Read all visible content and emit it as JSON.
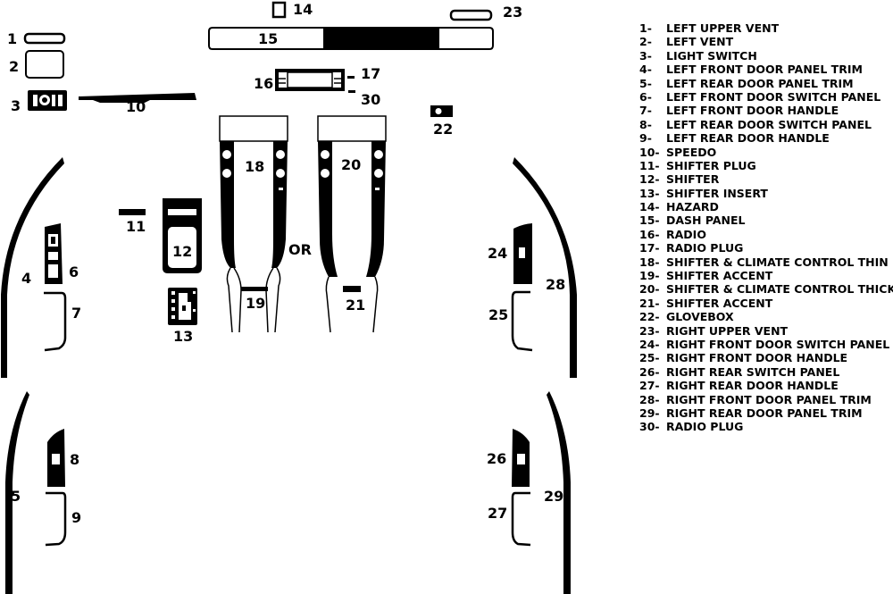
{
  "callouts": {
    "n1": "1",
    "n2": "2",
    "n3": "3",
    "n4": "4",
    "n5": "5",
    "n6": "6",
    "n7": "7",
    "n8": "8",
    "n9": "9",
    "n10": "10",
    "n11": "11",
    "n12": "12",
    "n13": "13",
    "n14": "14",
    "n15": "15",
    "n16": "16",
    "n17": "17",
    "n18": "18",
    "n19": "19",
    "n20": "20",
    "n21": "21",
    "n22": "22",
    "n23": "23",
    "n24": "24",
    "n25": "25",
    "n26": "26",
    "n27": "27",
    "n28": "28",
    "n29": "29",
    "n30": "30",
    "or": "OR"
  },
  "legend": [
    {
      "num": "1-",
      "label": "LEFT UPPER VENT"
    },
    {
      "num": "2-",
      "label": "LEFT VENT"
    },
    {
      "num": "3-",
      "label": "LIGHT SWITCH"
    },
    {
      "num": "4-",
      "label": "LEFT FRONT DOOR PANEL TRIM"
    },
    {
      "num": "5-",
      "label": "LEFT REAR DOOR PANEL TRIM"
    },
    {
      "num": "6-",
      "label": "LEFT FRONT DOOR SWITCH PANEL"
    },
    {
      "num": "7-",
      "label": "LEFT FRONT DOOR HANDLE"
    },
    {
      "num": "8-",
      "label": "LEFT REAR DOOR SWITCH PANEL"
    },
    {
      "num": "9-",
      "label": "LEFT REAR DOOR HANDLE"
    },
    {
      "num": "10-",
      "label": "SPEEDO"
    },
    {
      "num": "11-",
      "label": "SHIFTER PLUG"
    },
    {
      "num": "12-",
      "label": "SHIFTER"
    },
    {
      "num": "13-",
      "label": "SHIFTER INSERT"
    },
    {
      "num": "14-",
      "label": "HAZARD"
    },
    {
      "num": "15-",
      "label": "DASH PANEL"
    },
    {
      "num": "16-",
      "label": "RADIO"
    },
    {
      "num": "17-",
      "label": "RADIO PLUG"
    },
    {
      "num": "18-",
      "label": "SHIFTER & CLIMATE CONTROL THIN"
    },
    {
      "num": "19-",
      "label": "SHIFTER ACCENT"
    },
    {
      "num": "20-",
      "label": "SHIFTER & CLIMATE CONTROL THICK"
    },
    {
      "num": "21-",
      "label": "SHIFTER ACCENT"
    },
    {
      "num": "22-",
      "label": "GLOVEBOX"
    },
    {
      "num": "23-",
      "label": "RIGHT UPPER VENT"
    },
    {
      "num": "24-",
      "label": "RIGHT FRONT DOOR SWITCH PANEL"
    },
    {
      "num": "25-",
      "label": "RIGHT FRONT DOOR HANDLE"
    },
    {
      "num": "26-",
      "label": "RIGHT REAR SWITCH PANEL"
    },
    {
      "num": "27-",
      "label": "RIGHT REAR DOOR HANDLE"
    },
    {
      "num": "28-",
      "label": "RIGHT FRONT DOOR PANEL TRIM"
    },
    {
      "num": "29-",
      "label": "RIGHT REAR DOOR PANEL TRIM"
    },
    {
      "num": "30-",
      "label": "RADIO PLUG"
    }
  ]
}
